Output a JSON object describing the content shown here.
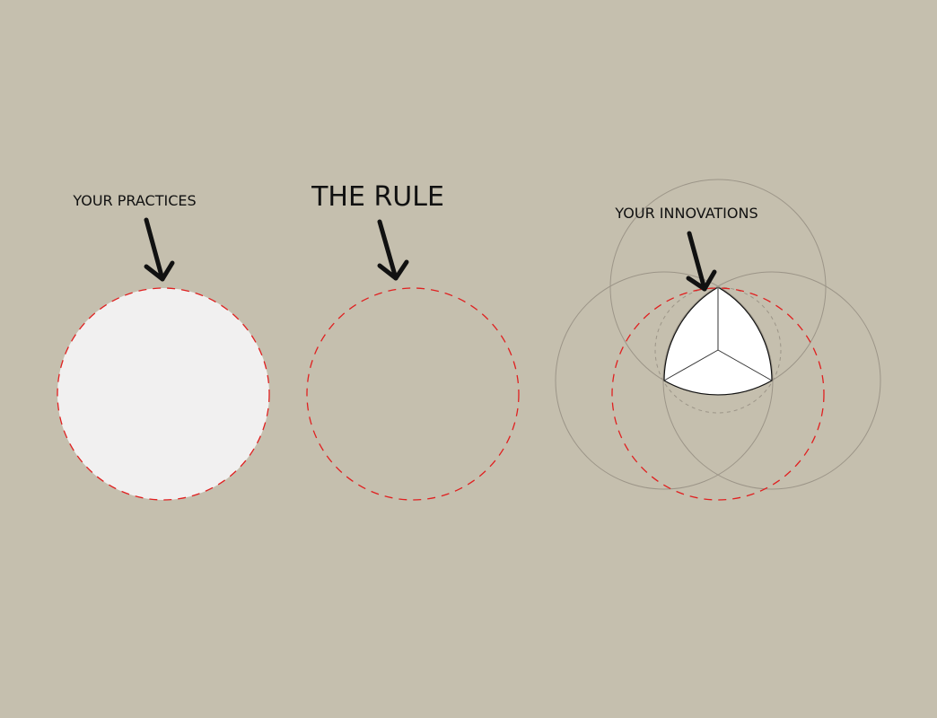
{
  "labels": {
    "practices": "YOUR PRACTICES",
    "rule": "THE RULE",
    "innovations": "YOUR INNOVATIONS"
  },
  "colors": {
    "background": "#c5bfae",
    "practices_fill": "#f1f0f0",
    "rule_dash": "#e02020",
    "construction_line": "#9c9588",
    "innovation_fill": "#ffffff",
    "ink": "#111111"
  }
}
